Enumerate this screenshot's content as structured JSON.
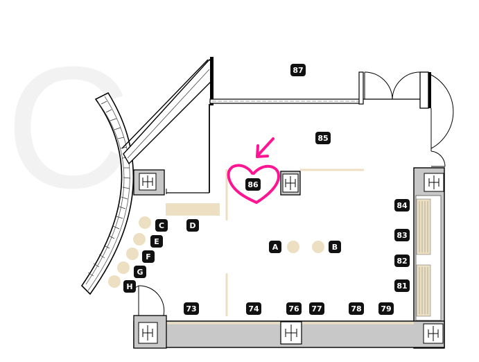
{
  "section_letter": "C",
  "colors": {
    "wall": "#000000",
    "wall_fill": "#c8c8c8",
    "corridor_fill": "#c8c8c8",
    "furniture": "#ecdfc2",
    "badge": "#111111",
    "badge_text": "#ffffff",
    "highlight": "#ff1493",
    "watermark": "#f2f2f2"
  },
  "room_labels": [
    "87",
    "85",
    "86",
    "84",
    "83",
    "82",
    "81",
    "73",
    "74",
    "76",
    "77",
    "78",
    "79"
  ],
  "letter_labels": [
    "A",
    "B",
    "C",
    "D",
    "E",
    "F",
    "G",
    "H"
  ],
  "annotation": {
    "shape": "heart",
    "arrow": "pointing-down-left",
    "target_label": "86"
  }
}
